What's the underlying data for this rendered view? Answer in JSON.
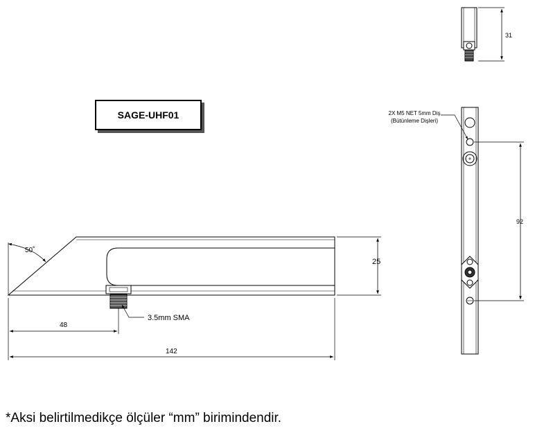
{
  "title": "SAGE-UHF01",
  "dimensions": {
    "angle": "50˚",
    "height_side": "25",
    "connector_offset": "48",
    "total_length": "142",
    "top_height": "31",
    "hole_spacing": "92"
  },
  "labels": {
    "connector": "3.5mm SMA",
    "thread_line1": "2X M5 NET 5mm Diş",
    "thread_line2": "(Bütünleme Dişleri)"
  },
  "footnote": "*Aksi belirtilmedikçe ölçüler “mm” birimindendir."
}
